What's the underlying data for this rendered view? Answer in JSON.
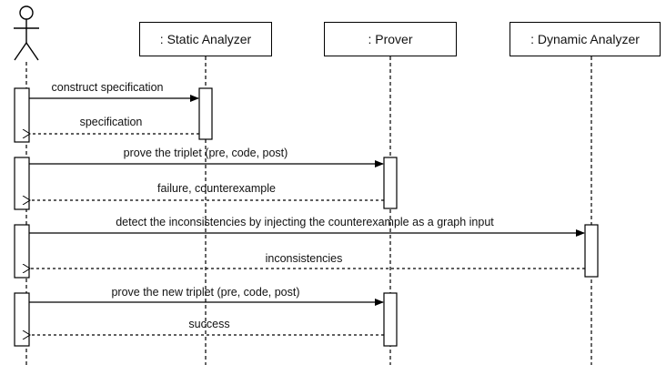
{
  "actor": {
    "icon": "stick-figure-actor-icon"
  },
  "participants": [
    {
      "id": "static",
      "label": ": Static Analyzer"
    },
    {
      "id": "prover",
      "label": ": Prover"
    },
    {
      "id": "dynamic",
      "label": ": Dynamic Analyzer"
    }
  ],
  "messages": [
    {
      "label": "construct specification",
      "from": "actor",
      "to": "static",
      "kind": "call"
    },
    {
      "label": "specification",
      "from": "static",
      "to": "actor",
      "kind": "return"
    },
    {
      "label": "prove the triplet (pre, code, post)",
      "from": "actor",
      "to": "prover",
      "kind": "call"
    },
    {
      "label": "failure, counterexample",
      "from": "prover",
      "to": "actor",
      "kind": "return"
    },
    {
      "label": "detect the inconsistencies by injecting the counterexample as a graph input",
      "from": "actor",
      "to": "dynamic",
      "kind": "call"
    },
    {
      "label": "inconsistencies",
      "from": "dynamic",
      "to": "actor",
      "kind": "return"
    },
    {
      "label": "prove the new triplet (pre, code, post)",
      "from": "actor",
      "to": "prover",
      "kind": "call"
    },
    {
      "label": "success",
      "from": "prover",
      "to": "actor",
      "kind": "return"
    }
  ]
}
